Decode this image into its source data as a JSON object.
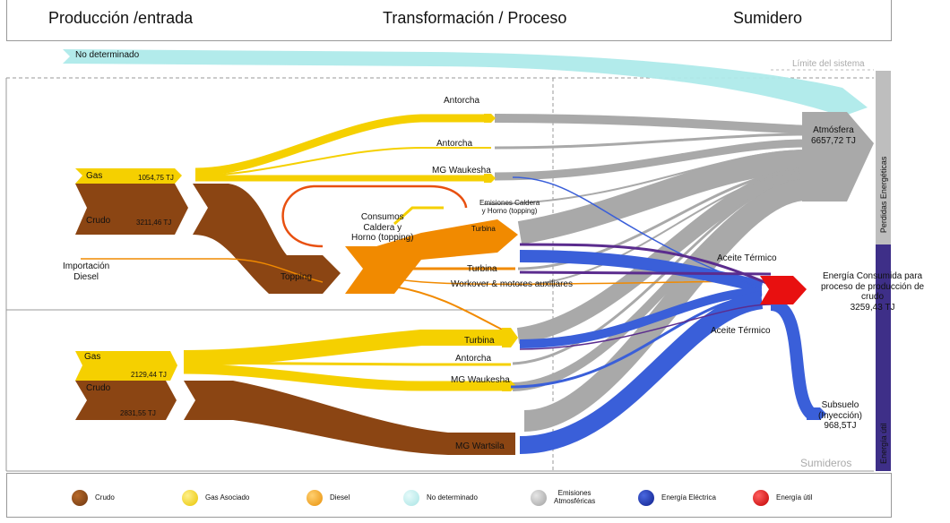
{
  "header": {
    "col1": "Producción /entrada",
    "col2": "Transformación / Proceso",
    "col3": "Sumidero"
  },
  "labels": {
    "no_determinado": "No determinado",
    "limite": "Límite del sistema",
    "sumideros": "Sumideros",
    "perdidas": "Perdidas Energéticas",
    "energia_util": "Energía útil",
    "antorcha1": "Antorcha",
    "antorcha2": "Antorcha",
    "mg_waukesha1": "MG Waukesha",
    "gas1": "Gas",
    "gas1_value": "1054,75  TJ",
    "crudo1": "Crudo",
    "crudo1_value": "3211,46 TJ",
    "emisiones": "Emisiones Caldera\ny Horno (topping)",
    "consumos": "Consumos\nCaldera y\nHorno (topping)",
    "turbina1": "Turbina",
    "importacion": "Importación\nDiesel",
    "topping": "Topping",
    "turbina2": "Turbina",
    "workover": "Workover & motores auxiliares",
    "atmosfera": "Atmósfera\n6657,72 TJ",
    "aceite1": "Aceite Térmico",
    "energia_consumida": "Energía Consumida para\nproceso de producción de\ncrudo\n3259,43 TJ",
    "aceite2": "Aceite Térmico",
    "turbina3": "Turbina",
    "antorcha3": "Antorcha",
    "mg_waukesha2": "MG Waukesha",
    "gas2": "Gas",
    "gas2_value": "2129,44 TJ",
    "crudo2": "Crudo",
    "crudo2_value": "2831,55 TJ",
    "subsuelo": "Subsuelo\n(Inyección)\n968,5TJ",
    "mg_wartsila": "MG Wartsila"
  },
  "legend": [
    {
      "label": "Crudo",
      "color": "#8B4513"
    },
    {
      "label": "Gas Asociado",
      "color": "#F5D000"
    },
    {
      "label": "Diesel",
      "color": "#F39C12"
    },
    {
      "label": "No determinado",
      "color": "#AEEAEA"
    },
    {
      "label": "Emisiones\nAtmosféricas",
      "color": "#A8A8A8"
    },
    {
      "label": "Energía Eléctrica",
      "color": "#1F3FBF"
    },
    {
      "label": "Energía útil",
      "color": "#E01010"
    }
  ],
  "colors": {
    "crudo": "#8B4513",
    "gas": "#F5D000",
    "diesel": "#F18A00",
    "no_det": "#AEEAEA",
    "emis": "#A9A9A9",
    "elec": "#3A5FD9",
    "util": "#E81010",
    "purple": "#5B2C8E",
    "band_gray": "#BEBEBE",
    "band_purple": "#4B3A8C"
  }
}
